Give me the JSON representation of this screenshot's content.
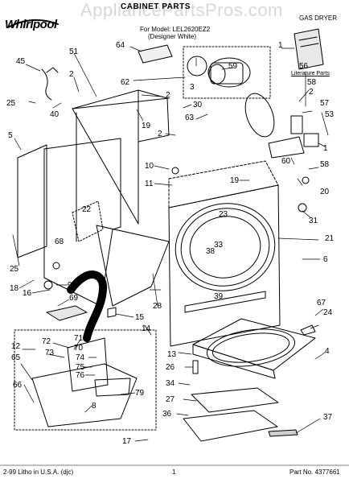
{
  "header": {
    "brand": "Whirlpool",
    "watermark": "AppliancePartsPros.com",
    "section_title": "CABINET PARTS",
    "model_line": "For Model: LEL2620EZ2",
    "model_variant": "(Designer White)",
    "appliance_type": "GAS DRYER"
  },
  "literature_label": "Literature Parts",
  "callouts": {
    "c64": "64",
    "c1": "1",
    "c45": "45",
    "c51": "51",
    "c3": "3",
    "c59": "59",
    "c56": "56",
    "c2a": "2",
    "c62": "62",
    "c2b": "2",
    "c25a": "25",
    "c40": "40",
    "c19a": "19",
    "c30": "30",
    "c63": "63",
    "c5": "5",
    "c58a": "58",
    "c2c": "2",
    "c57": "57",
    "c53": "53",
    "c2d": "2",
    "c1b": "1",
    "c60": "60",
    "c58b": "58",
    "c20": "20",
    "c10": "10",
    "c11": "11",
    "c19b": "19",
    "c22": "22",
    "c23": "23",
    "c31": "31",
    "c68": "68",
    "c33": "33",
    "c38": "38",
    "c21": "21",
    "c6": "6",
    "c25b": "25",
    "c18": "18",
    "c16": "16",
    "c9": "9",
    "c69": "69",
    "c39": "39",
    "c28": "28",
    "c15": "15",
    "c14": "14",
    "c67": "67",
    "c24": "24",
    "c4": "4",
    "c12": "12",
    "c72": "72",
    "c71": "71",
    "c70": "70",
    "c65": "65",
    "c73": "73",
    "c74": "74",
    "c75": "75",
    "c76": "76",
    "c13": "13",
    "c26": "26",
    "c66": "66",
    "c79": "79",
    "c34": "34",
    "c27": "27",
    "c8": "8",
    "c36": "36",
    "c37": "37",
    "c17": "17"
  },
  "footer": {
    "left": "2-99 Litho in U.S.A. (djc)",
    "page": "1",
    "part_no": "Part No. 4377661"
  }
}
